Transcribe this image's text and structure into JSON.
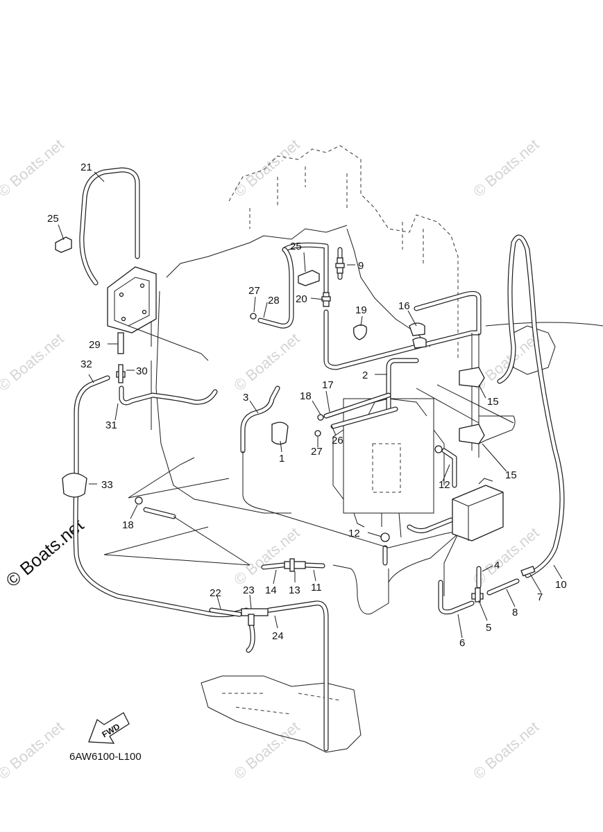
{
  "diagram": {
    "code": "6AW6100-L100",
    "fwd_label": "FWD",
    "watermark": "© Boats.net",
    "callouts": [
      {
        "id": "c1",
        "text": "1"
      },
      {
        "id": "c2",
        "text": "2"
      },
      {
        "id": "c3",
        "text": "3"
      },
      {
        "id": "c4",
        "text": "4"
      },
      {
        "id": "c5",
        "text": "5"
      },
      {
        "id": "c6",
        "text": "6"
      },
      {
        "id": "c7",
        "text": "7"
      },
      {
        "id": "c8",
        "text": "8"
      },
      {
        "id": "c9",
        "text": "9"
      },
      {
        "id": "c10",
        "text": "10"
      },
      {
        "id": "c11",
        "text": "11"
      },
      {
        "id": "c12a",
        "text": "12"
      },
      {
        "id": "c12b",
        "text": "12"
      },
      {
        "id": "c13",
        "text": "13"
      },
      {
        "id": "c14",
        "text": "14"
      },
      {
        "id": "c15a",
        "text": "15"
      },
      {
        "id": "c15b",
        "text": "15"
      },
      {
        "id": "c16",
        "text": "16"
      },
      {
        "id": "c17",
        "text": "17"
      },
      {
        "id": "c18a",
        "text": "18"
      },
      {
        "id": "c18b",
        "text": "18"
      },
      {
        "id": "c19",
        "text": "19"
      },
      {
        "id": "c20",
        "text": "20"
      },
      {
        "id": "c21",
        "text": "21"
      },
      {
        "id": "c22",
        "text": "22"
      },
      {
        "id": "c23",
        "text": "23"
      },
      {
        "id": "c24",
        "text": "24"
      },
      {
        "id": "c25a",
        "text": "25"
      },
      {
        "id": "c25b",
        "text": "25"
      },
      {
        "id": "c26",
        "text": "26"
      },
      {
        "id": "c27a",
        "text": "27"
      },
      {
        "id": "c27b",
        "text": "27"
      },
      {
        "id": "c28",
        "text": "28"
      },
      {
        "id": "c29",
        "text": "29"
      },
      {
        "id": "c30",
        "text": "30"
      },
      {
        "id": "c31",
        "text": "31"
      },
      {
        "id": "c32",
        "text": "32"
      },
      {
        "id": "c33",
        "text": "33"
      }
    ]
  }
}
